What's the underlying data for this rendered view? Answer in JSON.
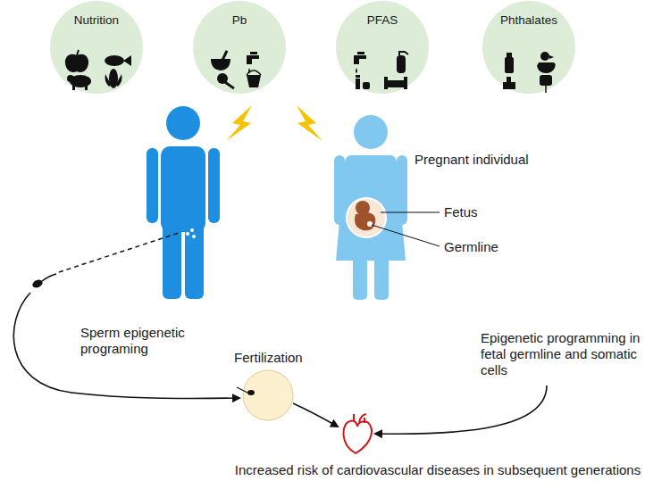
{
  "diagram": {
    "nodes": [
      {
        "text": [
          "Nutrition"
        ]
      },
      {
        "text": [
          "Pb"
        ]
      },
      {
        "text": [
          "PFAS"
        ]
      },
      {
        "text": [
          "Phthalates"
        ]
      }
    ],
    "labels": [
      "Pregnant individual",
      "Fetus",
      "Germline",
      "Sperm epigenetic programing",
      "Fertilization",
      "Epigenetic programming in fetal germline and somatic cells",
      "Increased risk of cardiovascular diseases in subsequent generations"
    ]
  }
}
